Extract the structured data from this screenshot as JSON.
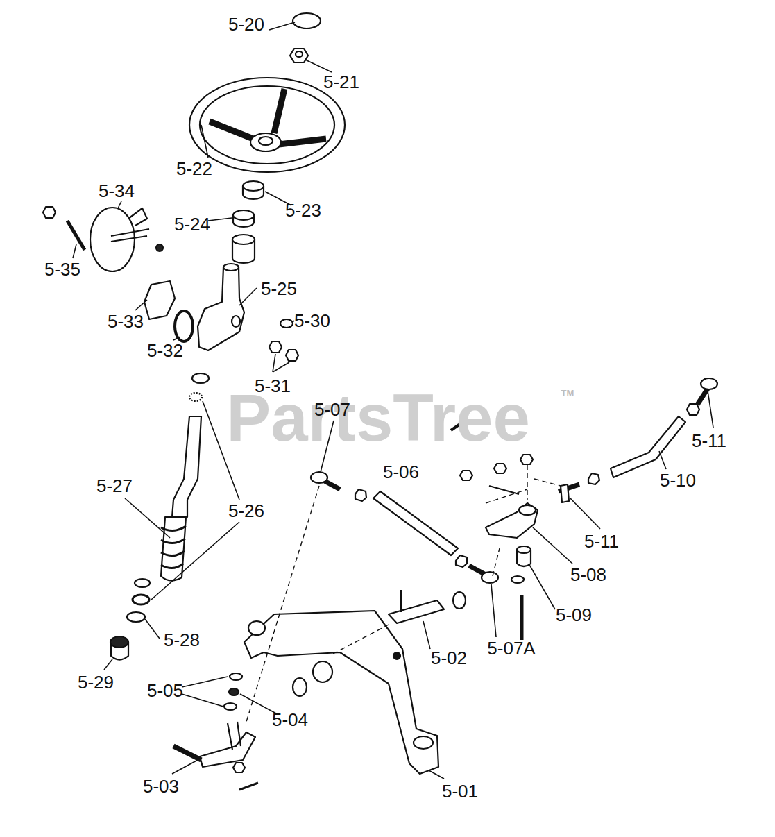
{
  "diagram": {
    "labels": [
      "5-20",
      "5-21",
      "5-22",
      "5-34",
      "5-23",
      "5-24",
      "5-35",
      "5-25",
      "5-33",
      "5-30",
      "5-32",
      "5-31",
      "PartsTree",
      "TM",
      "5-07",
      "5-11",
      "5-06",
      "5-10",
      "5-27",
      "5-26",
      "5-11",
      "5-08",
      "5-09",
      "5-28",
      "5-02",
      "5-07A",
      "5-29",
      "5-05",
      "5-04",
      "5-03",
      "5-01"
    ]
  }
}
